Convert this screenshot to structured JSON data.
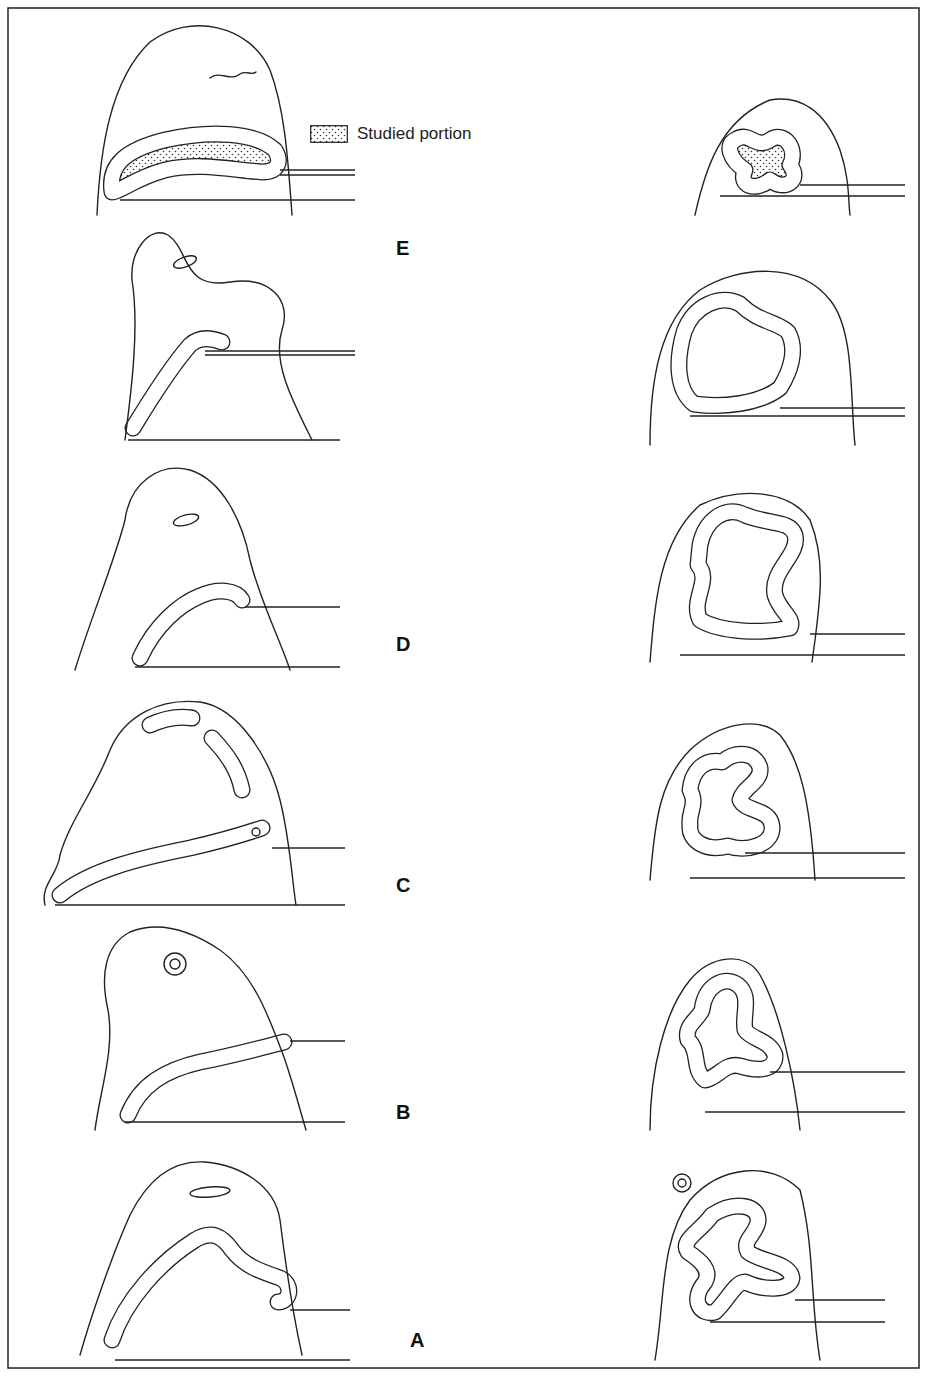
{
  "diagram": {
    "labels": [
      "E",
      "D",
      "C",
      "B",
      "A"
    ],
    "legend": [
      {
        "text": "Studied portion"
      }
    ]
  }
}
